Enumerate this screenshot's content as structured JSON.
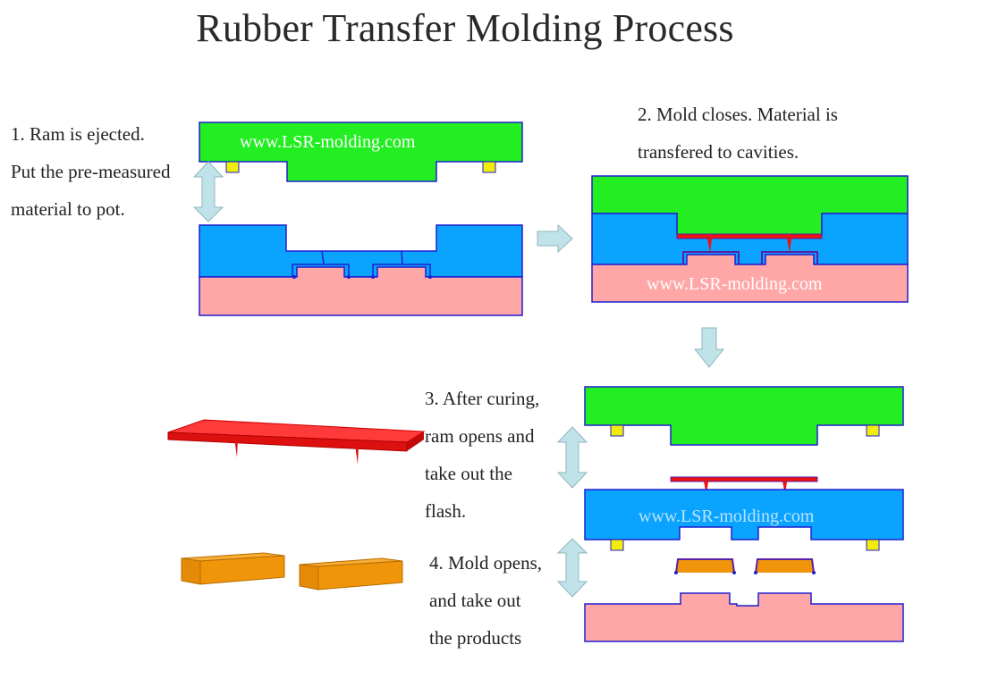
{
  "title": "Rubber Transfer Molding Process",
  "watermark": "www.LSR-molding.com",
  "steps": [
    {
      "lines": [
        "1. Ram is ejected.",
        "Put the pre-measured",
        "material to pot."
      ]
    },
    {
      "lines": [
        "2. Mold closes. Material is",
        "transfered to cavities."
      ]
    },
    {
      "lines": [
        "3. After curing,",
        "ram opens and",
        "take out the",
        "flash."
      ]
    },
    {
      "lines": [
        "4. Mold opens,",
        "and take out",
        "the products"
      ]
    }
  ],
  "colors": {
    "ram_plate": "#22ee22",
    "transfer_pot": "#0aa4ff",
    "bottom_plate": "#ffa6a6",
    "outline": "#1f1fcf",
    "flash": "#ee1111",
    "product": "#f0940a",
    "pin": "#f2ec0a",
    "arrow": "#bfe3e8"
  }
}
